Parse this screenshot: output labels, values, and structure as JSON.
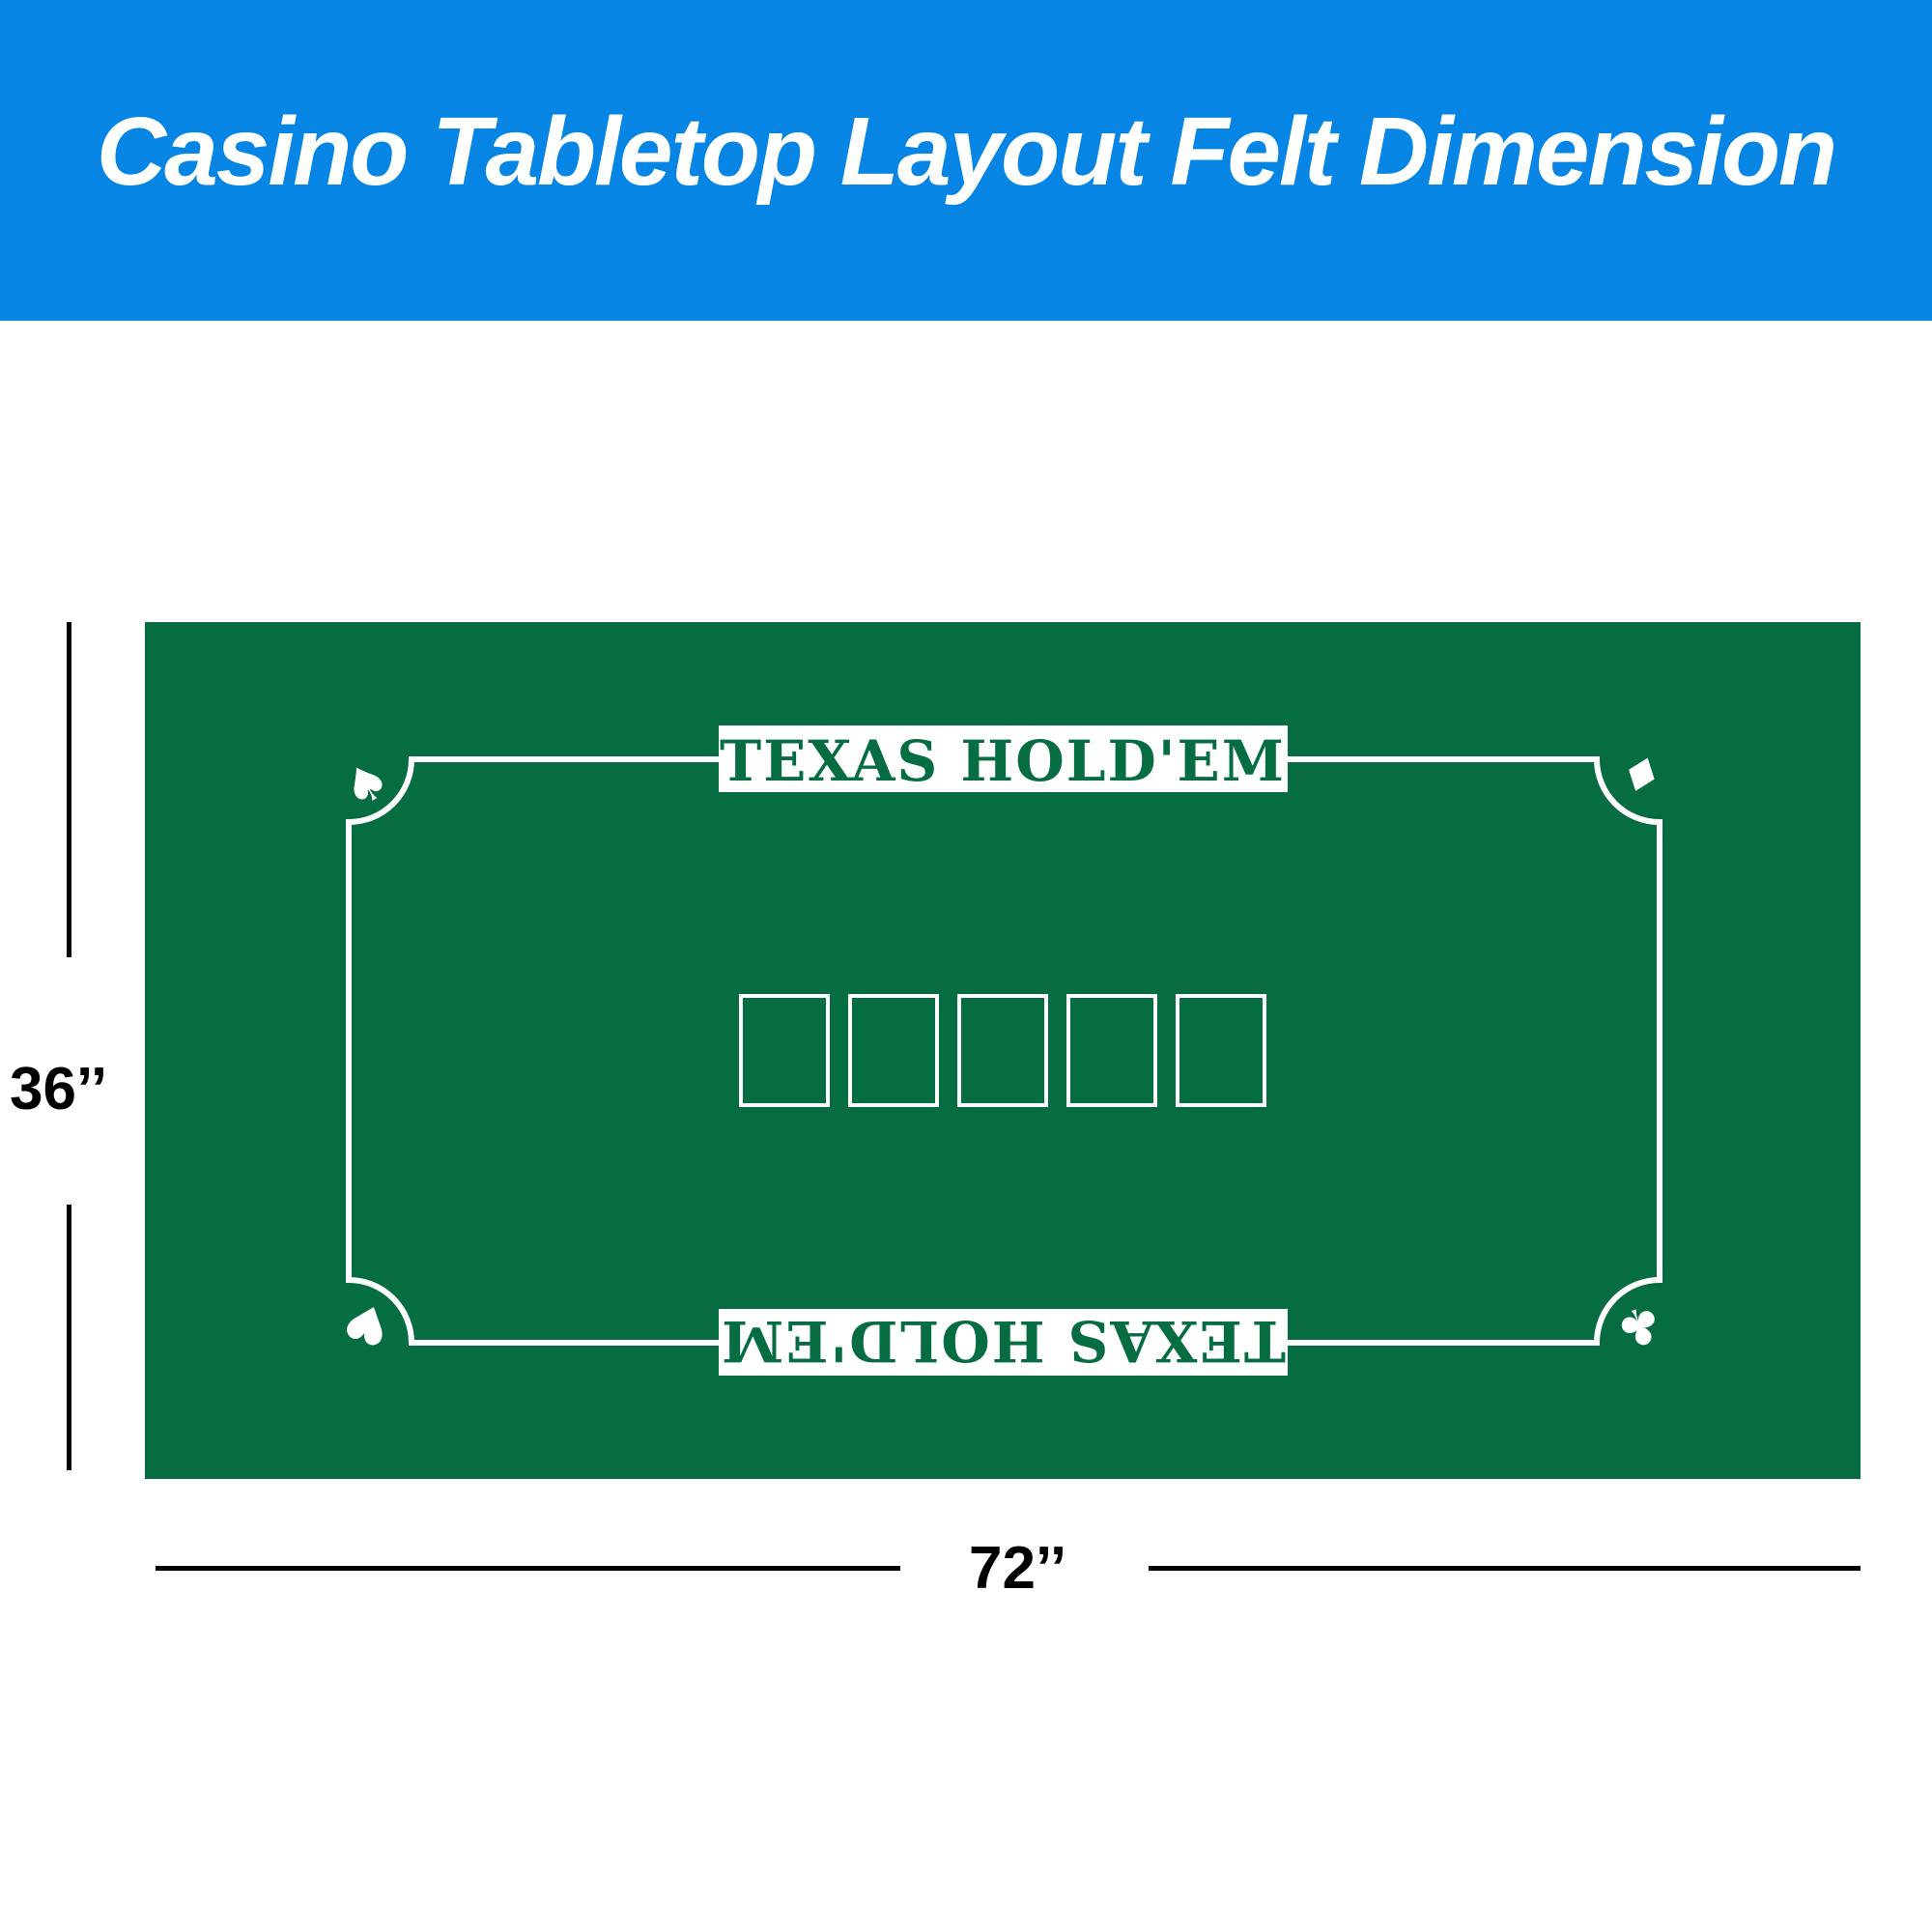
{
  "header": {
    "title": "Casino Tabletop Layout Felt Dimension"
  },
  "felt": {
    "label_top": "TEXAS HOLD'EM",
    "label_bottom": "TEXAS HOLD'EM",
    "card_slots": 5,
    "suits": [
      "spade",
      "diamond",
      "heart",
      "club"
    ],
    "felt_color": "#066c42",
    "line_color": "#ffffff"
  },
  "dimensions": {
    "height_label": "36’’",
    "width_label": "72’’"
  },
  "colors": {
    "header": "#0785e5"
  }
}
